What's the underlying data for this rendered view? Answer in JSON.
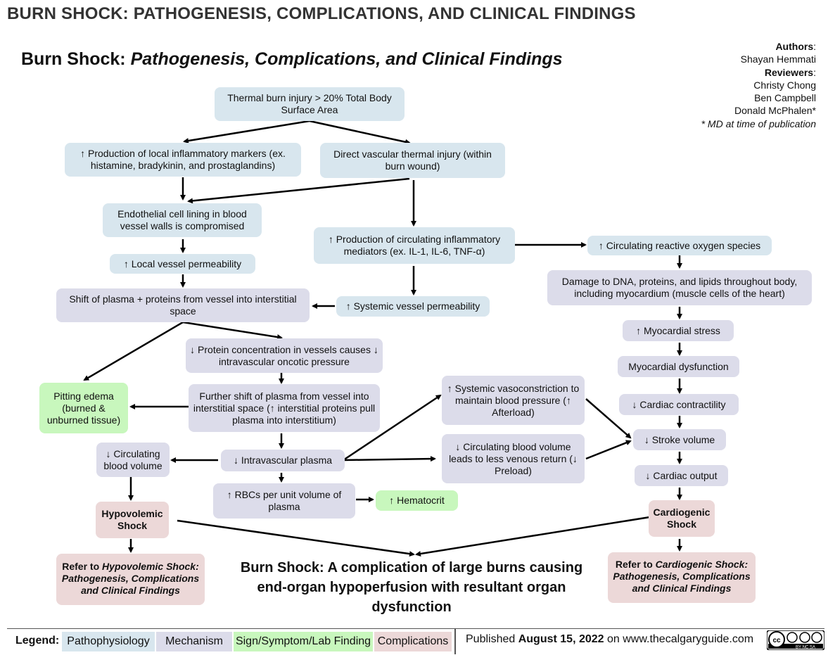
{
  "page_title": "BURN SHOCK: PATHOGENESIS, COMPLICATIONS, AND CLINICAL FINDINGS",
  "main_title": {
    "lead": "Burn Shock:",
    "italic": "Pathogenesis, Complications, and Clinical Findings"
  },
  "authors": {
    "authors_label": "Authors",
    "author": "Shayan Hemmati",
    "reviewers_label": "Reviewers",
    "reviewers": [
      "Christy Chong",
      "Ben Campbell",
      "Donald McPhalen*"
    ],
    "note": "* MD at time of publication"
  },
  "nodes": {
    "thermal": "Thermal burn injury > 20% Total Body Surface Area",
    "local_inflam": "↑ Production of local inflammatory markers (ex. histamine, bradykinin, and prostaglandins)",
    "direct_vasc": "Direct vascular thermal injury (within burn wound)",
    "endothelial": "Endothelial cell lining in blood vessel walls is compromised",
    "circ_inflam": "↑ Production of circulating inflammatory mediators (ex. IL-1, IL-6, TNF-α)",
    "ros": "↑ Circulating reactive oxygen species",
    "local_perm": "↑ Local vessel permeability",
    "damage": "Damage to DNA, proteins, and lipids throughout body, including myocardium (muscle cells of the heart)",
    "shift": "Shift of plasma + proteins from vessel into interstitial space",
    "sys_perm": "↑ Systemic vessel permeability",
    "myo_stress": "↑ Myocardial stress",
    "protein_conc": "↓ Protein concentration in vessels causes ↓ intravascular oncotic pressure",
    "myo_dys": "Myocardial dysfunction",
    "pitting": "Pitting edema (burned & unburned tissue)",
    "further_shift": "Further shift of plasma from vessel into interstitial space (↑ interstitial proteins pull plasma into interstitium)",
    "vasocon": "↑ Systemic vasoconstriction to maintain blood pressure (↑ Afterload)",
    "contractility": "↓ Cardiac contractility",
    "circ_vol": "↓ Circulating blood volume",
    "intravasc": "↓ Intravascular plasma",
    "preload": "↓ Circulating blood volume leads to less venous return (↓ Preload)",
    "stroke": "↓ Stroke volume",
    "output": "↓ Cardiac output",
    "rbc": "↑ RBCs per unit volume of plasma",
    "hematocrit": "↑ Hematocrit",
    "hypo_shock": "Hypovolemic Shock",
    "cardio_shock": "Cardiogenic Shock",
    "ref_hypo_pre": "Refer to ",
    "ref_hypo_it": "Hypovolemic Shock: Pathogenesis, Complications and Clinical Findings",
    "ref_cardio_pre": "Refer to ",
    "ref_cardio_it": "Cardiogenic Shock: Pathogenesis, Complications and Clinical Findings"
  },
  "conclusion": "Burn Shock: A complication of large burns causing end-organ hypoperfusion with resultant organ dysfunction",
  "legend": {
    "label": "Legend:",
    "items": [
      "Pathophysiology",
      "Mechanism",
      "Sign/Symptom/Lab Finding",
      "Complications"
    ],
    "published_pre": "Published ",
    "published_date": "August 15, 2022",
    "published_post": " on www.thecalgaryguide.com",
    "license": "BY NC SA"
  },
  "colors": {
    "pathophysiology": "#d8e6ee",
    "mechanism": "#dcdcea",
    "sign": "#c8f7bd",
    "complication": "#ecd8d8"
  }
}
